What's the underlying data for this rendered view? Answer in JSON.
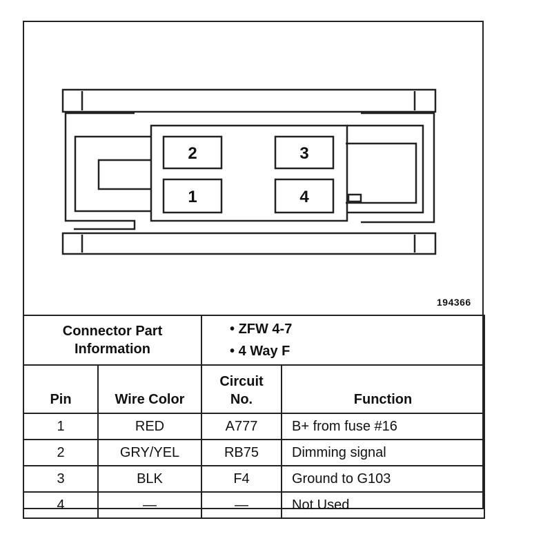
{
  "figure_number": "194366",
  "connector": {
    "cavities": [
      {
        "pin": "2"
      },
      {
        "pin": "3"
      },
      {
        "pin": "1"
      },
      {
        "pin": "4"
      }
    ]
  },
  "part_info": {
    "label_line1": "Connector Part",
    "label_line2": "Information",
    "items": [
      "ZFW 4-7",
      "4 Way F"
    ]
  },
  "table": {
    "headers": {
      "pin": "Pin",
      "wire_color": "Wire Color",
      "circuit_line1": "Circuit",
      "circuit_line2": "No.",
      "function": "Function"
    },
    "rows": [
      {
        "pin": "1",
        "wire_color": "RED",
        "circuit": "A777",
        "function": "B+ from fuse #16"
      },
      {
        "pin": "2",
        "wire_color": "GRY/YEL",
        "circuit": "RB75",
        "function": "Dimming signal"
      },
      {
        "pin": "3",
        "wire_color": "BLK",
        "circuit": "F4",
        "function": "Ground to G103"
      },
      {
        "pin": "4",
        "wire_color": "—",
        "circuit": "—",
        "function": "Not Used"
      }
    ]
  }
}
